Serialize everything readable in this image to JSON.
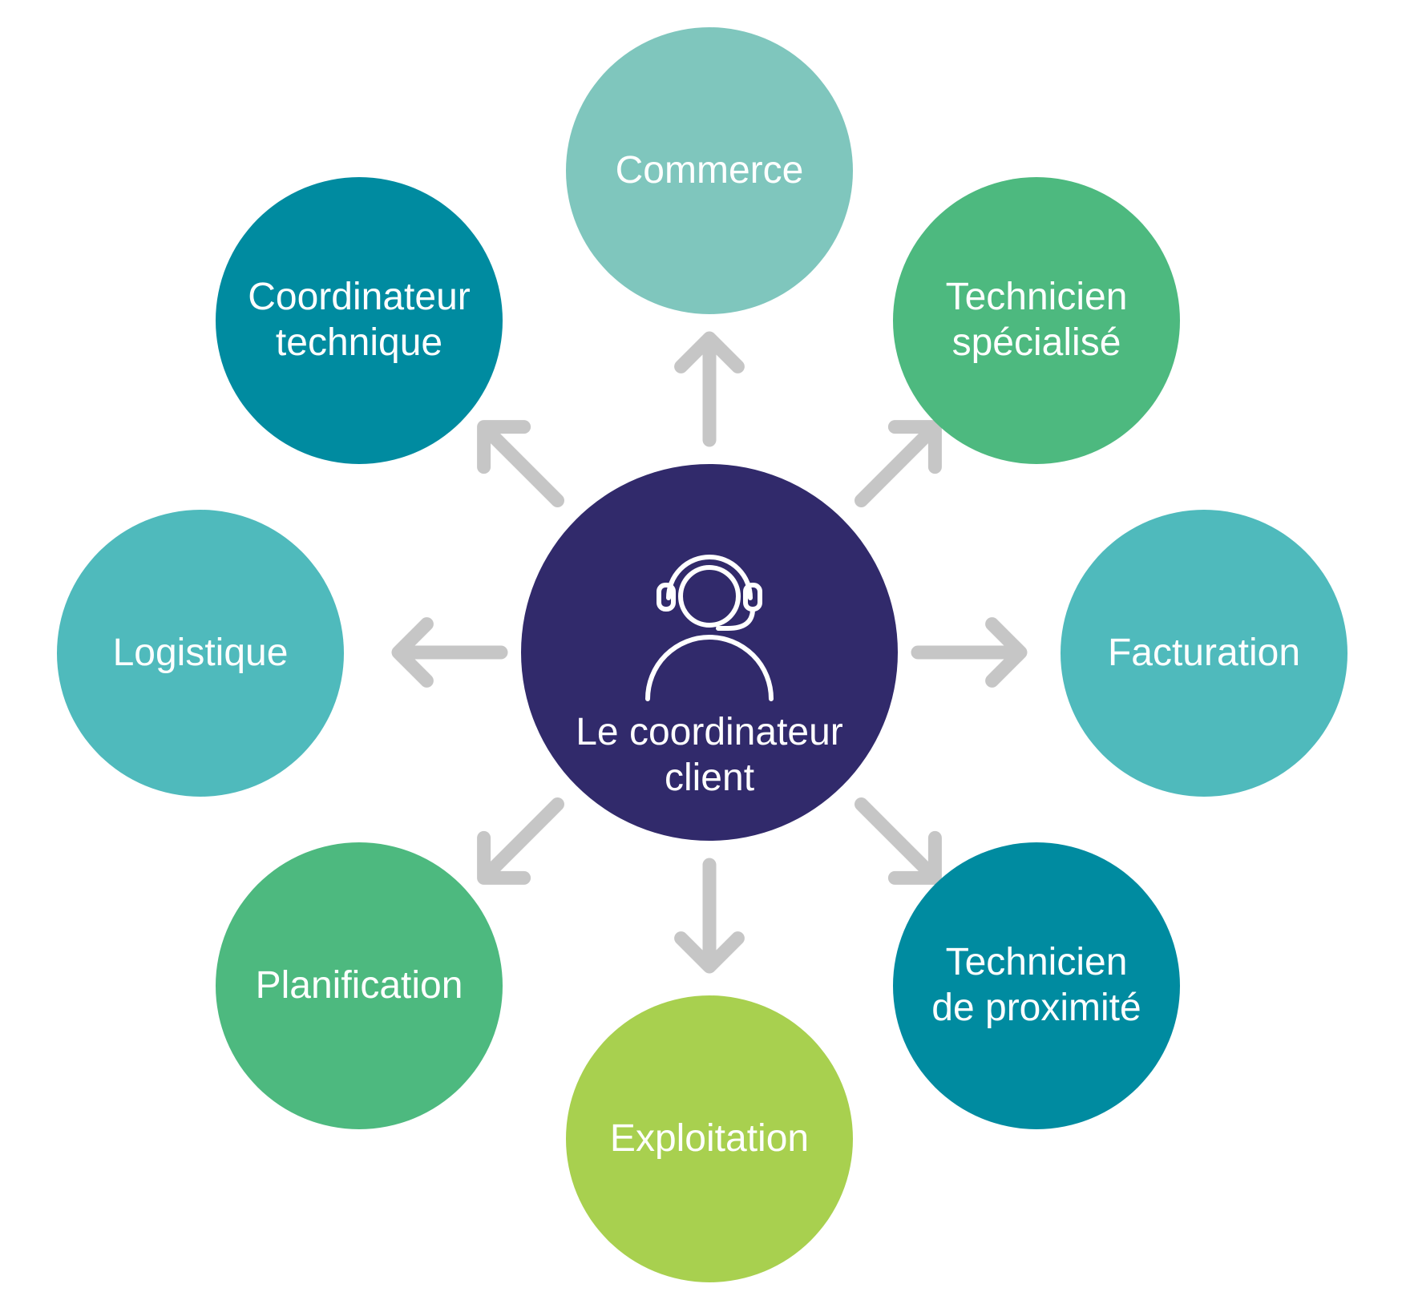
{
  "diagram": {
    "center": {
      "label": "Le coordinateur\nclient",
      "color": "#312a6b",
      "icon": "headset-person-icon"
    },
    "nodes": [
      {
        "id": "commerce",
        "label": "Commerce",
        "color": "#7fc6bd"
      },
      {
        "id": "technicien-specialise",
        "label": "Technicien\nspécialisé",
        "color": "#4db97f"
      },
      {
        "id": "facturation",
        "label": "Facturation",
        "color": "#4fbabc"
      },
      {
        "id": "technicien-proximite",
        "label": "Technicien\nde proximité",
        "color": "#008ba0"
      },
      {
        "id": "exploitation",
        "label": "Exploitation",
        "color": "#a8d04f"
      },
      {
        "id": "planification",
        "label": "Planification",
        "color": "#4db97f"
      },
      {
        "id": "logistique",
        "label": "Logistique",
        "color": "#4fbabc"
      },
      {
        "id": "coordinateur-technique",
        "label": "Coordinateur\ntechnique",
        "color": "#008ba0"
      }
    ],
    "arrow_color": "#c6c6c6"
  }
}
